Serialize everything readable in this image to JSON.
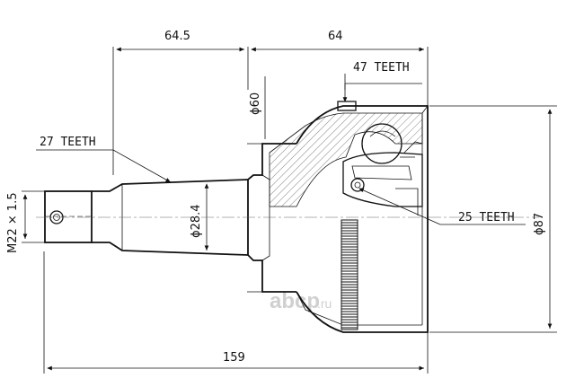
{
  "dimensions": {
    "shaft_length": "64.5",
    "housing_length": "64",
    "overall_length": "159",
    "stem_diameter": "ϕ60",
    "shaft_diameter": "ϕ28.4",
    "outer_diameter": "ϕ87",
    "thread": "M22 × 1.5"
  },
  "callouts": {
    "abs_teeth": "47 TEETH",
    "outer_spline": "27 TEETH",
    "inner_spline": "25 TEETH"
  },
  "watermark": {
    "brand": "abcp",
    "tld": ".ru"
  }
}
